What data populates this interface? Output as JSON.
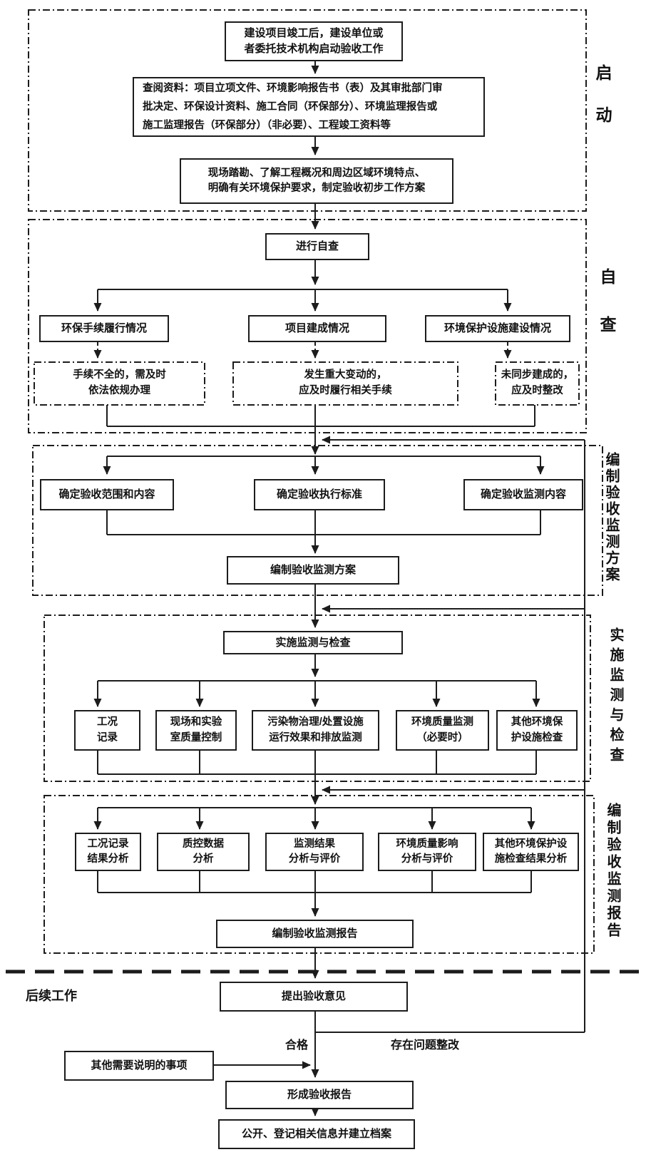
{
  "sections": {
    "qidong": {
      "side_label": "启动",
      "box1": "建设项目竣工后，建设单位或\n者委托技术机构启动验收工作",
      "box2": "查阅资料：项目立项文件、环境影响报告书（表）及其审批部门审\n批决定、环保设计资料、施工合同（环保部分）、环境监理报告或\n施工监理报告（环保部分）（非必要）、工程竣工资料等",
      "box3": "现场踏勘、了解工程概况和周边区域环境特点、\n明确有关环境保护要求，制定验收初步工作方案"
    },
    "zicha": {
      "side_label": "自查",
      "main": "进行自查",
      "branches": [
        "环保手续履行情况",
        "项目建成情况",
        "环境保护设施建设情况"
      ],
      "issues": [
        "手续不全的，需及时\n依法依规办理",
        "发生重大变动的，\n应及时履行相关手续",
        "未同步建成的，\n应及时整改"
      ]
    },
    "fangan": {
      "side_label": "编制验收监测方案",
      "branches": [
        "确定验收范围和内容",
        "确定验收执行标准",
        "确定验收监测内容"
      ],
      "result": "编制验收监测方案"
    },
    "jiancha": {
      "side_label": "实施监测与检查",
      "main": "实施监测与检查",
      "tasks": [
        "工况\n记录",
        "现场和实验\n室质量控制",
        "污染物治理/处置设施\n运行效果和排放监测",
        "环境质量监测\n（必要时）",
        "其他环境保\n护设施检查"
      ]
    },
    "baogao": {
      "side_label": "编制验收监测报告",
      "analyses": [
        "工况记录\n结果分析",
        "质控数据\n分析",
        "监测结果\n分析与评价",
        "环境质量影响\n分析与评价",
        "其他环境保护设\n施检查结果分析"
      ],
      "result": "编制验收监测报告"
    },
    "houxu": {
      "side_label": "后续工作",
      "opinion": "提出验收意见",
      "pass_label": "合格",
      "rework_label": "存在问题整改",
      "other_note": "其他需要说明的事项",
      "form_report": "形成验收报告",
      "final_step": "公开、登记相关信息并建立档案"
    }
  },
  "colors": {
    "line": "#1c1c1c",
    "background": "#ffffff"
  }
}
